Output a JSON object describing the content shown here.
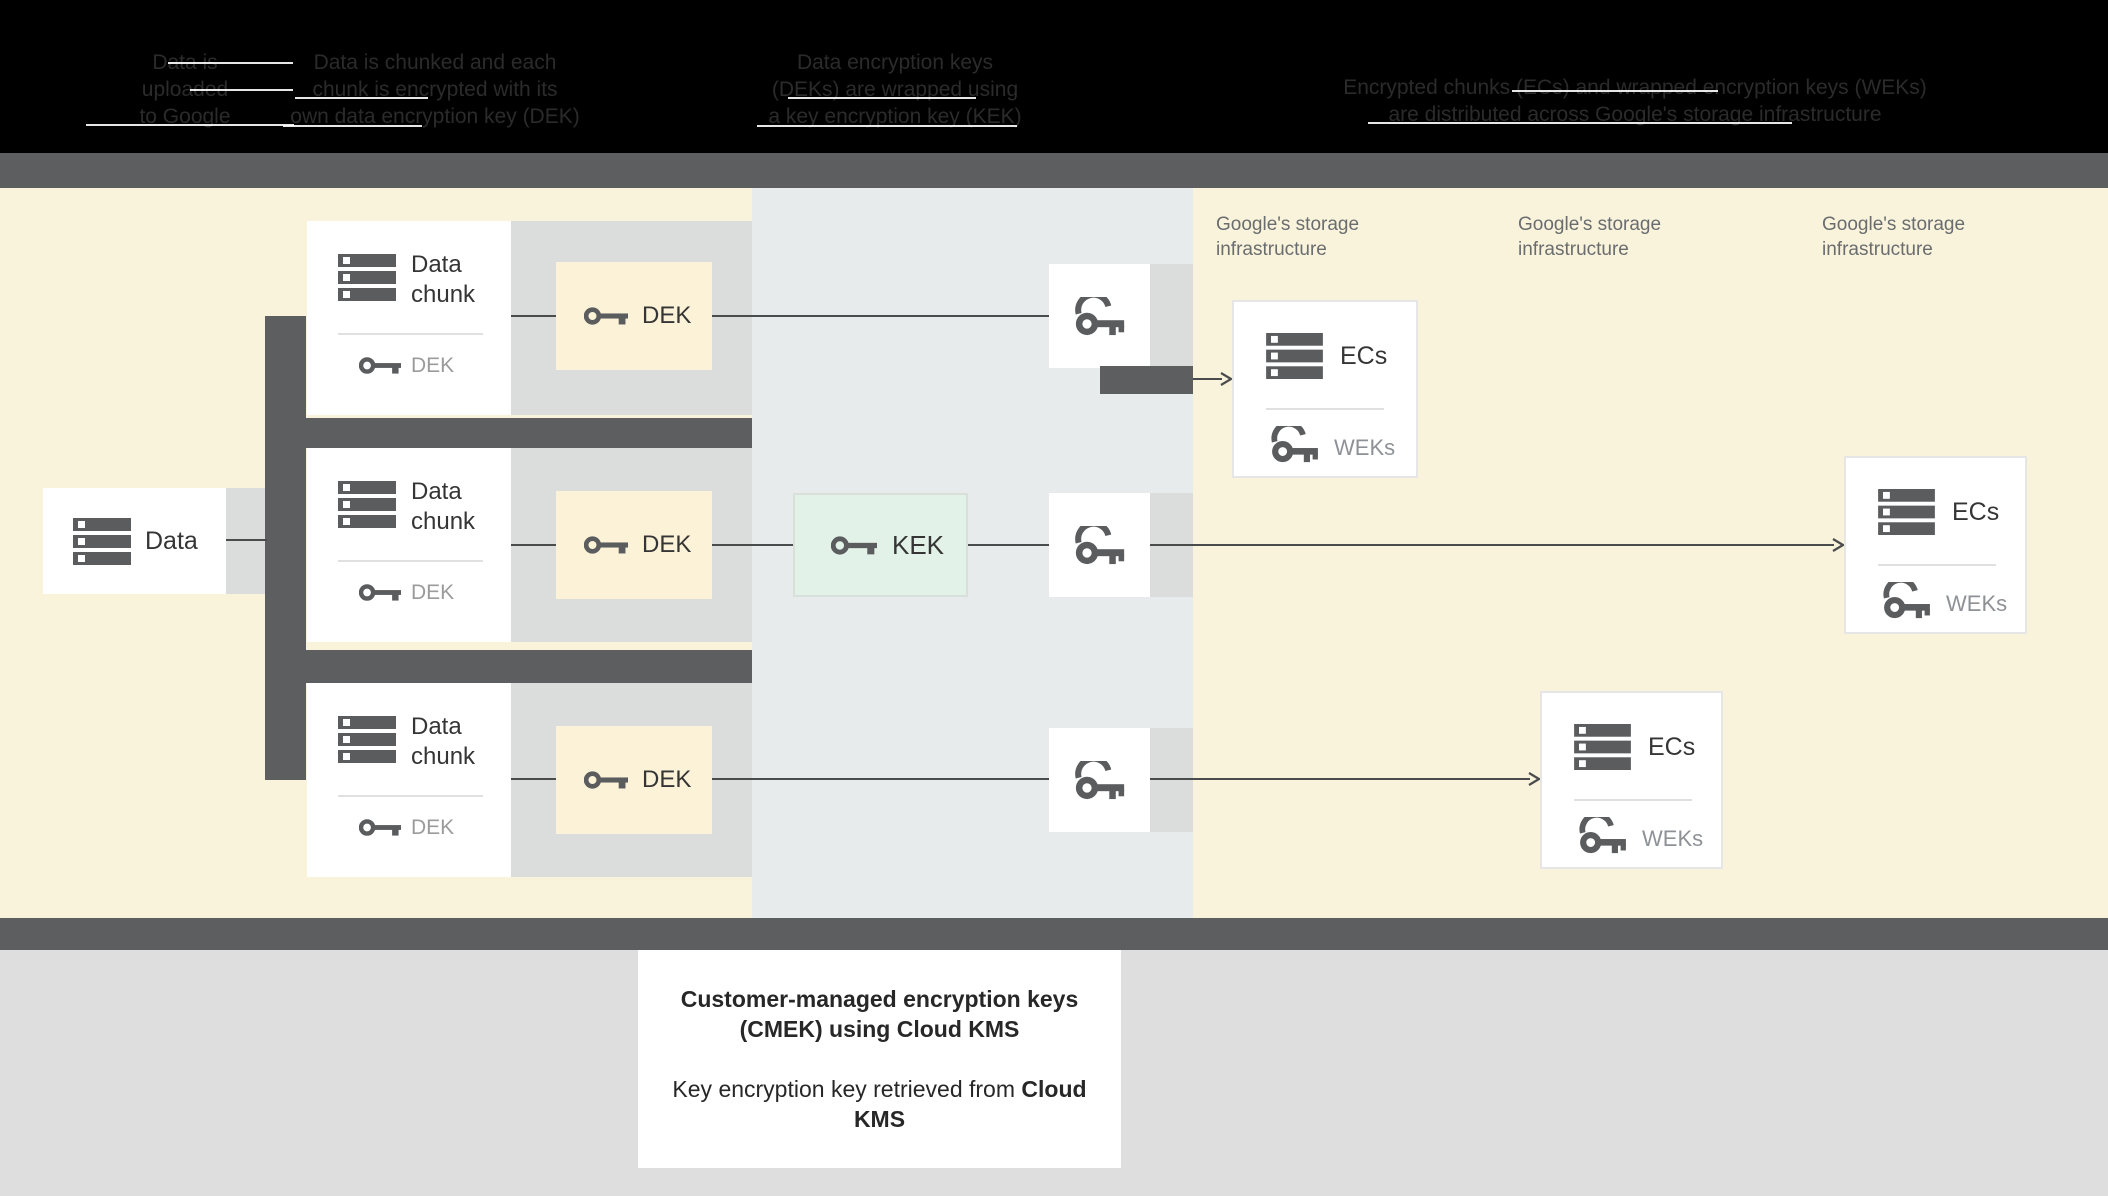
{
  "meta": {
    "description": "Diagram of customer-managed encryption keys (CMEK) using Cloud KMS: data chunked, encrypted with DEKs, DEKs wrapped by a KEK, encrypted chunks and wrapped keys stored in Google's storage infrastructure"
  },
  "palette": {
    "header_bg": "#000000",
    "header_text": "#2B2B2B",
    "divider_bar": "#5D5E5F",
    "diagram_bg_cream": "#FAF3DB",
    "kms_column_bg": "#E7EBEC",
    "row_band_gray": "#DBDCDC",
    "dek_box_yellow": "#FBF2D7",
    "kek_box_green": "#E3F2E8",
    "icon_gray": "#5A5C5E",
    "connector_line": "#4A4B4C",
    "muted_label": "#9B9B9B",
    "storage_label_text": "#696D6F",
    "footer_bg": "#DEDEDE",
    "text_dark": "#353535"
  },
  "icons": {
    "storage": "storage-icon (3 stacked server bars)",
    "key": "key-icon (horizontal key)",
    "wrapped_key": "wrapped-key-icon (key with arc over bow)",
    "arrow": "arrowhead-chevron"
  },
  "header": {
    "columns": [
      {
        "lines": [
          "Data is",
          "uploaded",
          "to Google"
        ]
      },
      {
        "lines": [
          "Data is chunked and each",
          "chunk is encrypted with its",
          "own data encryption key (DEK)"
        ]
      },
      {
        "lines": [
          "Data encryption keys",
          "(DEKs) are wrapped using",
          "a key encryption key (KEK)"
        ]
      },
      {
        "lines": [
          "Encrypted chunks (ECs) and wrapped encryption keys (WEKs)",
          "are distributed across Google's storage infrastructure"
        ]
      }
    ]
  },
  "diagram": {
    "data_box": {
      "label": "Data"
    },
    "chunk_box": {
      "title": "Data chunk",
      "key_label": "DEK"
    },
    "dek_box": {
      "label": "DEK"
    },
    "kek_box": {
      "label": "KEK"
    },
    "ecs_box": {
      "label": "ECs",
      "key_label": "WEKs"
    },
    "storage_label": "Google's storage infrastructure"
  },
  "footer": {
    "card": {
      "title": "Customer-managed encryption keys (CMEK) using Cloud KMS",
      "body_prefix": "Key encryption key retrieved from",
      "body_bold": "Cloud KMS"
    }
  }
}
